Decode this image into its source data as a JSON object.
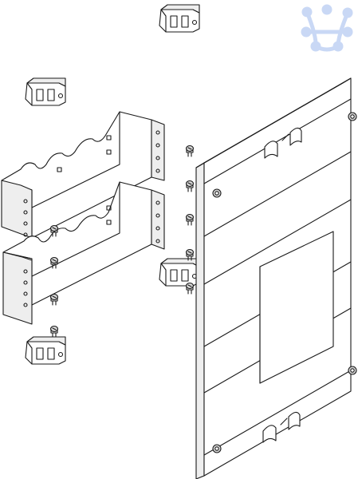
{
  "figure": {
    "kind": "exploded assembly drawing",
    "parts": [
      {
        "name": "clip-top",
        "type": "mounting-clip"
      },
      {
        "name": "clip-upper-left",
        "type": "mounting-clip"
      },
      {
        "name": "clip-lower-left",
        "type": "mounting-clip"
      },
      {
        "name": "clip-middle",
        "type": "mounting-clip"
      },
      {
        "name": "bracket-upper",
        "type": "mounting-bracket"
      },
      {
        "name": "bracket-lower",
        "type": "mounting-bracket"
      },
      {
        "name": "front-panel",
        "type": "cover-plate-with-cutout"
      },
      {
        "name": "screws",
        "type": "screw",
        "count": 9
      }
    ]
  },
  "colors": {
    "line": "#1a1a1a",
    "background": "#ffffff",
    "logo": "#c9d8f5",
    "shade": "#d6d6d6"
  },
  "logo": {
    "icon": "network-nodes-icon"
  }
}
